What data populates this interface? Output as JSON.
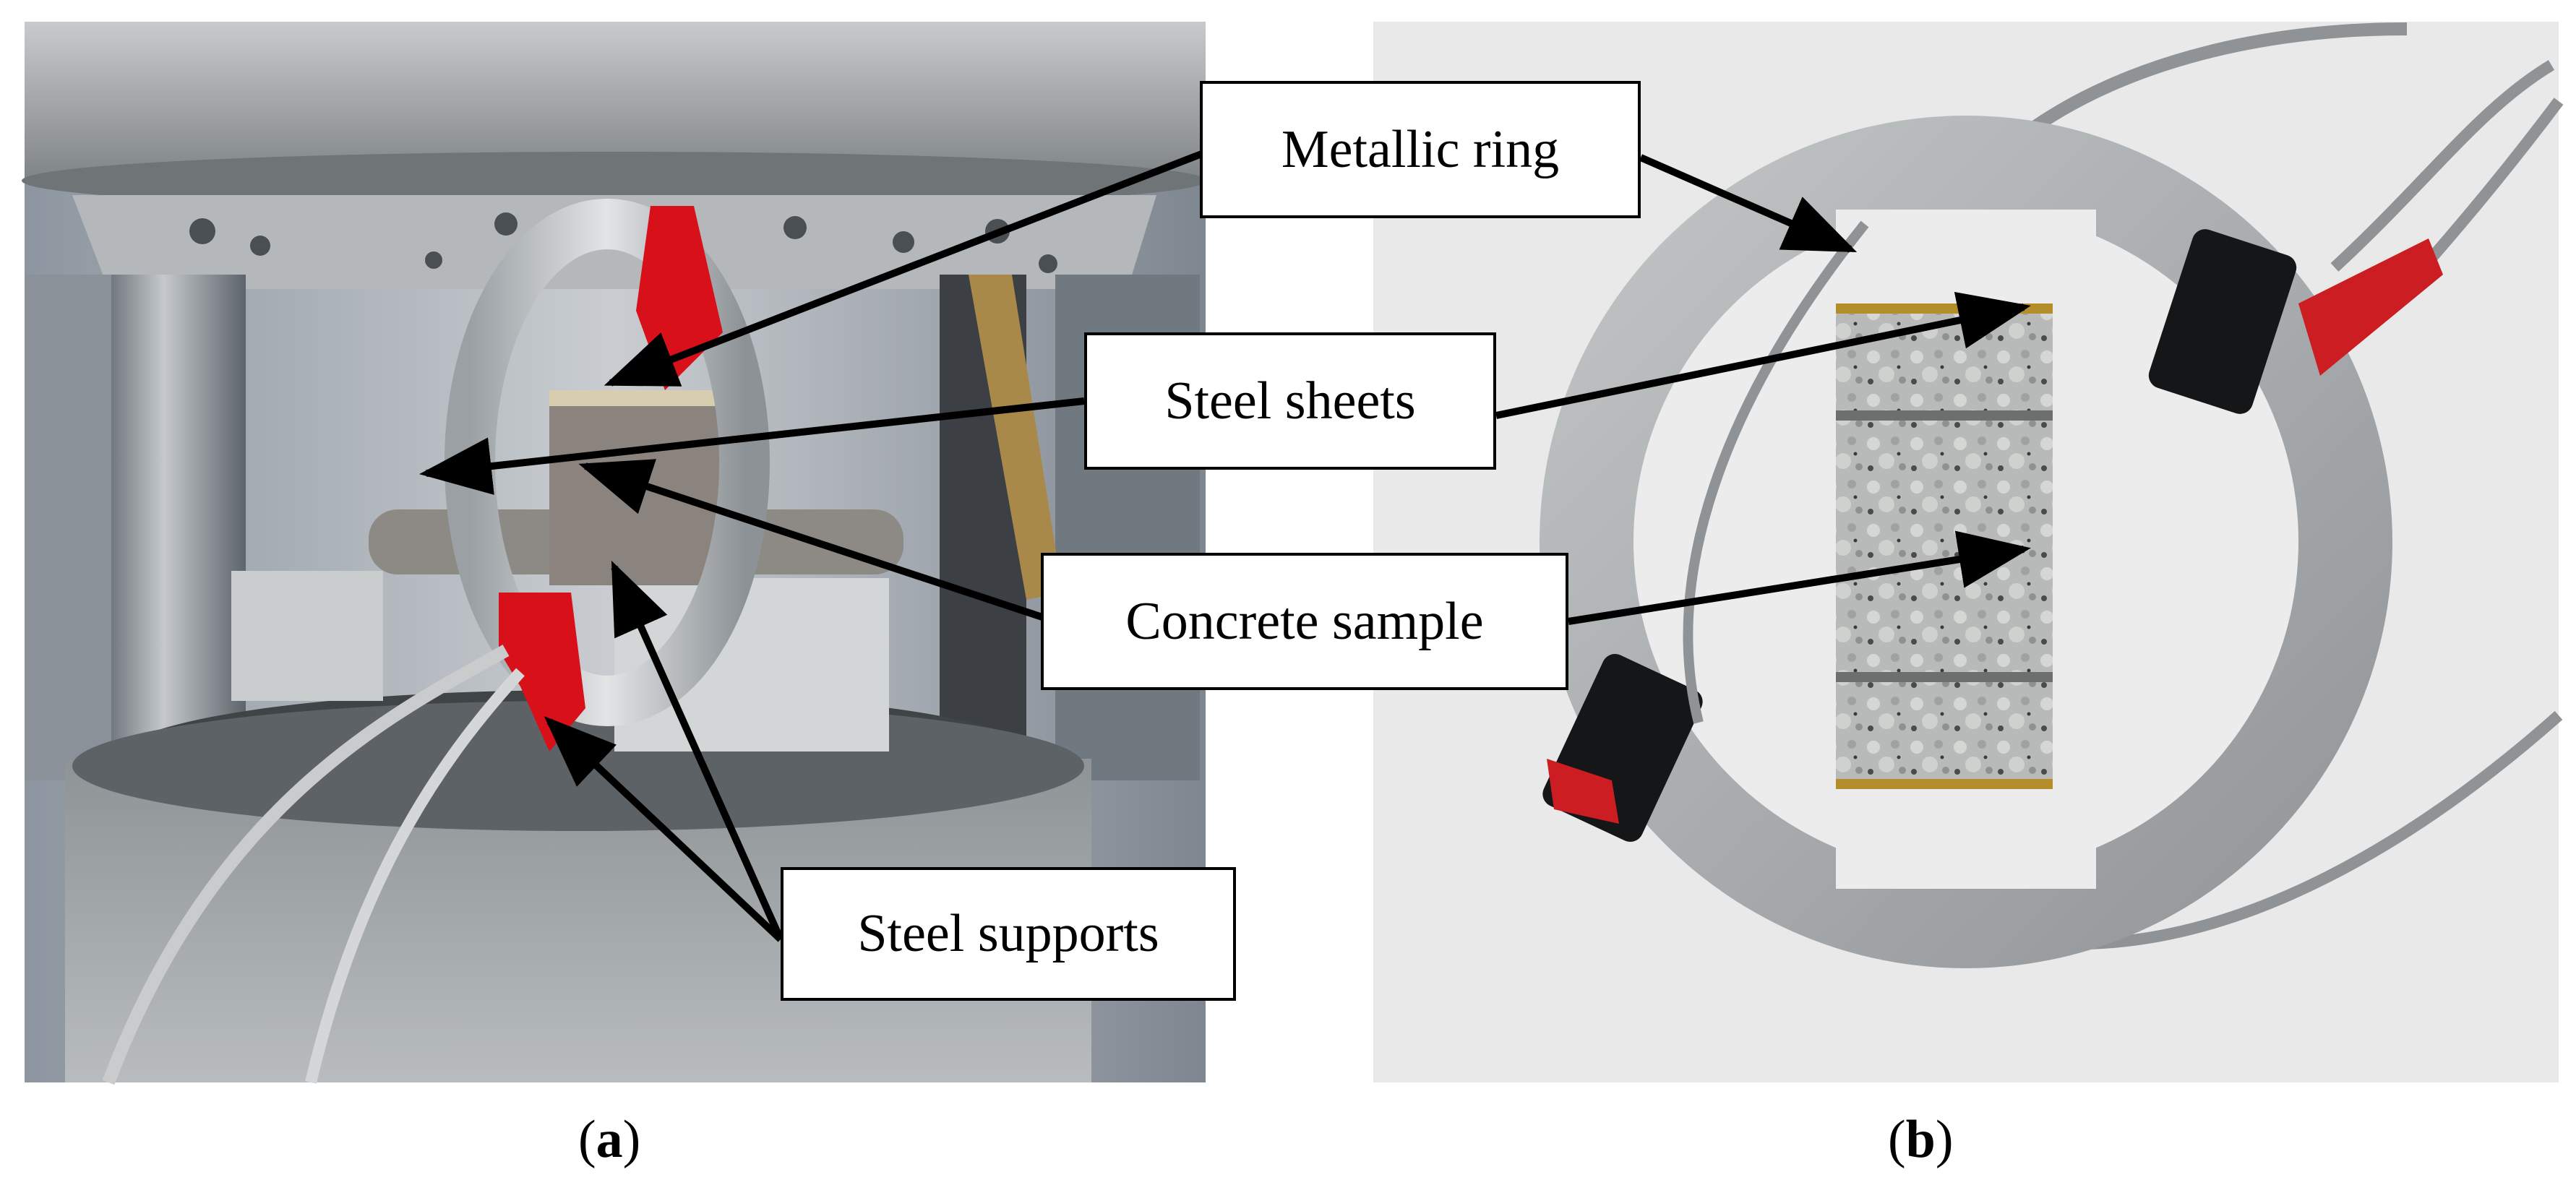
{
  "labels": {
    "metallic_ring": "Metallic ring",
    "steel_sheets": "Steel sheets",
    "concrete_sample": "Concrete sample",
    "steel_supports": "Steel supports"
  },
  "captions": {
    "a": "a",
    "b": "b"
  },
  "colors": {
    "arrow": "#000000",
    "tape_red": "#d8101a",
    "aluminum": "#b9bcbd",
    "background_panel_b": "#e9e9e9"
  }
}
